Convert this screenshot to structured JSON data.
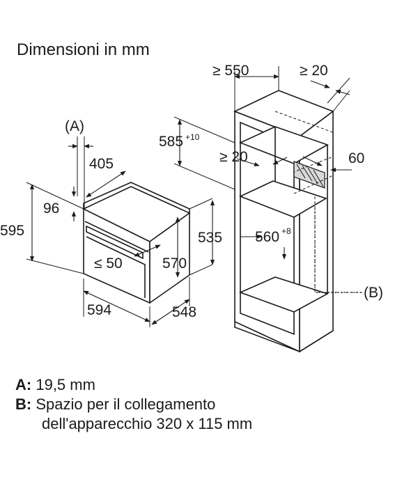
{
  "title": "Dimensioni in mm",
  "labels": {
    "a_marker": "(A)",
    "b_marker": "(B)",
    "d405": "405",
    "d96": "96",
    "d595": "595",
    "d50": "≤ 50",
    "d570": "570",
    "d535": "535",
    "d594": "594",
    "d548": "548",
    "d550": "≥ 550",
    "d20_top": "≥ 20",
    "d585": "585",
    "d585_tol": "+10",
    "d20_mid": "≥ 20",
    "d60": "60",
    "d560": "560",
    "d560_tol": "+8"
  },
  "notes": {
    "a_key": "A:",
    "a_text": "19,5 mm",
    "b_key": "B:",
    "b_text_1": "Spazio per il collegamento",
    "b_text_2": "dell'apparecchio 320 x 115 mm"
  }
}
